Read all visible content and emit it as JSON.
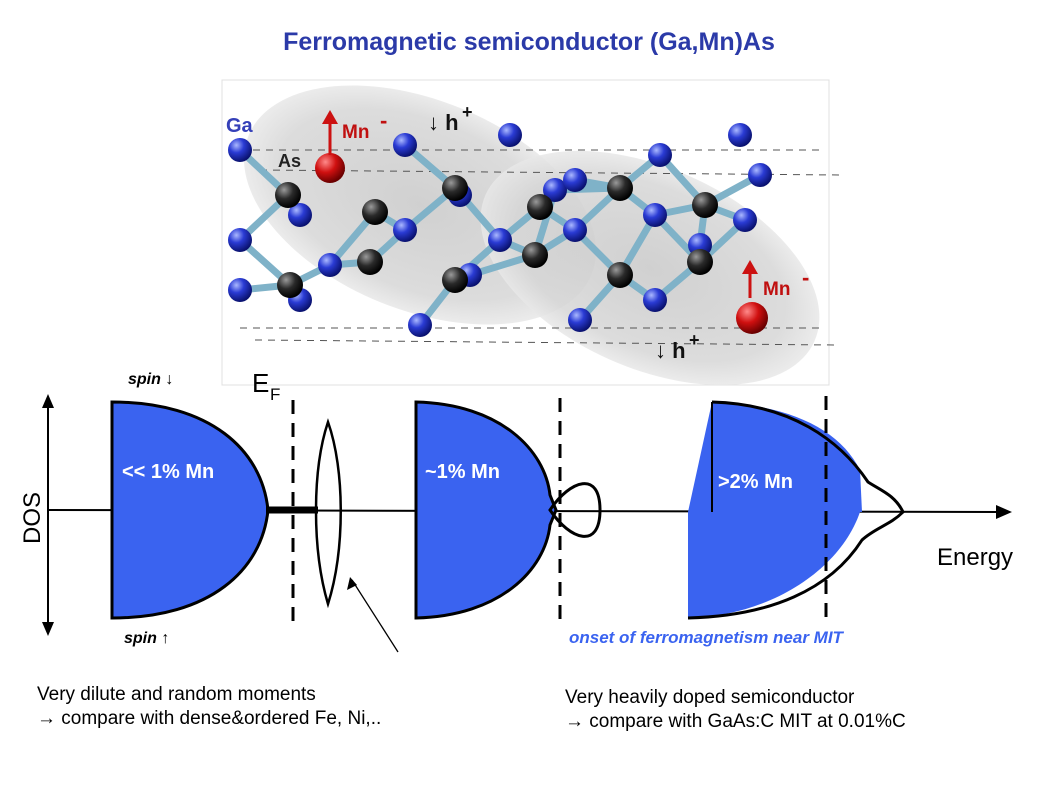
{
  "title": "Ferromagnetic semiconductor (Ga,Mn)As",
  "lattice": {
    "ga_label": "Ga",
    "as_label": "As",
    "mn_label": "Mn",
    "mn_charge": "-",
    "hole_top": "↓ h",
    "hole_bottom": "↓ h",
    "hole_charge": "+"
  },
  "dos_axis": {
    "ylabel": "DOS",
    "xlabel": "Energy",
    "spin_down": "spin ↓",
    "spin_up": "spin ↑",
    "fermi_level": "E",
    "fermi_sub": "F"
  },
  "panels": [
    {
      "label": "<< 1% Mn"
    },
    {
      "label": "~1% Mn"
    },
    {
      "label": ">2% Mn"
    }
  ],
  "annotation": "onset of ferromagnetism near MIT",
  "captions": {
    "left_line1": "Very dilute and random moments",
    "left_line2": "→ compare with dense&ordered Fe, Ni,..",
    "right_line1": "Very heavily doped semiconductor",
    "right_line2": "→ compare with GaAs:C MIT at 0.01%C"
  },
  "colors": {
    "title": "#2b3aa8",
    "band_fill": "#3a63f0",
    "annotation": "#3a63f0",
    "mn_atom": "#cc1111",
    "ga_atom": "#2233cc",
    "as_atom": "#222222",
    "bond": "#7fb2c8"
  }
}
